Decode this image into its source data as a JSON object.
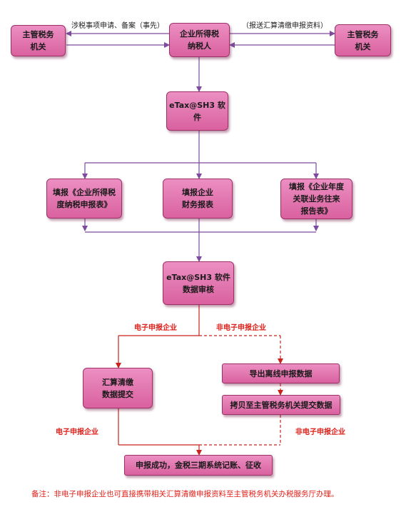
{
  "nodes": {
    "tax_left": "主管税务\n机关",
    "taxpayer": "企业所得税\n纳税人",
    "tax_right": "主管税务\n机关",
    "etax_software": "eTax@SH3 软\n件",
    "fill_income_tax": "填报《企业所得税\n度纳税申报表》",
    "fill_financial": "填报企业\n财务报表",
    "fill_related": "填报《企业年度\n关联业务往来\n报告表》",
    "etax_audit": "eTax@SH3 软件\n数据审核",
    "settlement_submit": "汇算清缴\n数据提交",
    "export_offline": "导出离线申报数据",
    "copy_to_tax": "拷贝至主管税务机关提交数据",
    "declare_success": "申报成功，金税三期系统记账、征收"
  },
  "edge_labels": {
    "left_top": "涉税事项申请、备案（事先）",
    "right_top": "（报送汇算清缴申报资料）",
    "electronic_upper": "电子申报企业",
    "non_electronic_upper": "非电子申报企业",
    "electronic_lower": "电子申报企业",
    "non_electronic_lower": "非电子申报企业"
  },
  "note": "备注：非电子申报企业也可直接携带相关汇算清缴申报资料至主管税务机关办税服务厅办理。",
  "colors": {
    "node_fill": "#e277b2",
    "line_purple": "#7d4a9e",
    "line_red": "#c8231d",
    "label_red": "#e0201a"
  }
}
